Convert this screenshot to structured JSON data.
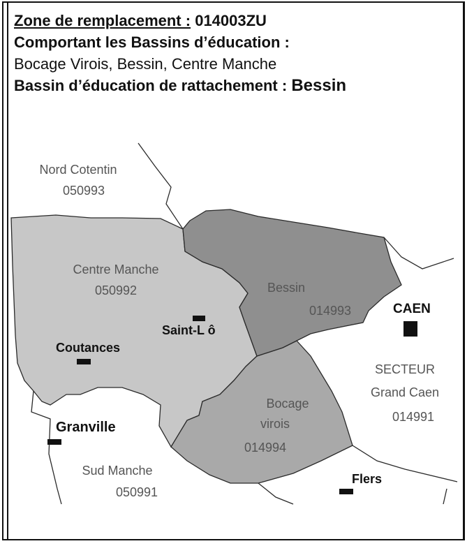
{
  "header": {
    "zone_label": "Zone de remplacement :",
    "zone_code": "014003ZU",
    "comportant_label": "Comportant les Bassins d’éducation :",
    "bassins_list": "Bocage Virois, Bessin, Centre Manche",
    "rattachement_label": "Bassin d’éducation de rattachement :",
    "rattachement_value": "Bessin"
  },
  "map": {
    "regions": [
      {
        "name": "Nord Cotentin",
        "code": "050993"
      },
      {
        "name": "Centre Manche",
        "code": "050992"
      },
      {
        "name": "Bessin",
        "code": "014993"
      },
      {
        "name": "Bocage",
        "name2": "virois",
        "code": "014994"
      },
      {
        "name": "SECTEUR",
        "name2": "Grand Caen",
        "code": "014991"
      },
      {
        "name": "Sud Manche",
        "code": "050991"
      }
    ],
    "cities": [
      {
        "name": "Saint-L ô"
      },
      {
        "name": "Coutances"
      },
      {
        "name": "CAEN"
      },
      {
        "name": "Granville"
      },
      {
        "name": "Flers"
      }
    ],
    "colors": {
      "centre_manche": "#c7c7c7",
      "bessin": "#8f8f8f",
      "bocage": "#a9a9a9",
      "border": "#2a2a2a",
      "label": "#555555"
    }
  }
}
